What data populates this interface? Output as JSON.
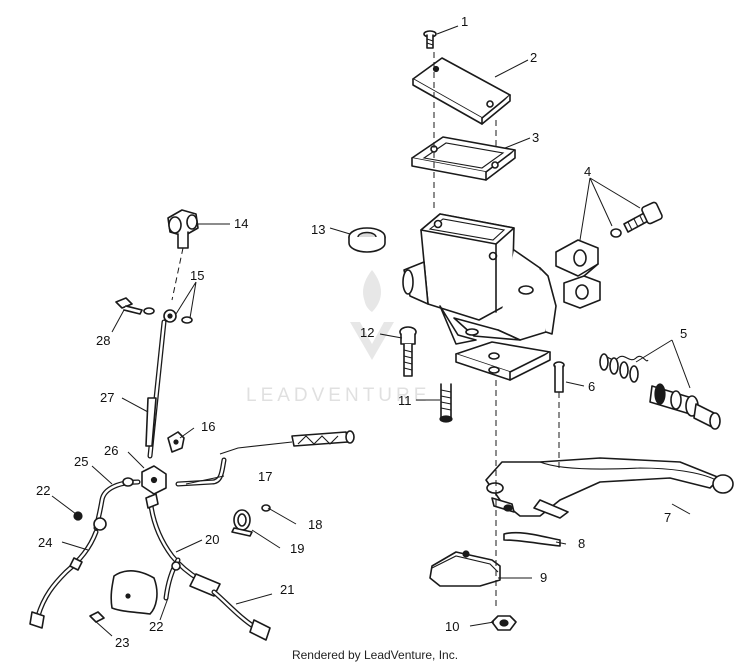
{
  "callouts": {
    "n1": "1",
    "n2": "2",
    "n3": "3",
    "n4": "4",
    "n5": "5",
    "n6": "6",
    "n7": "7",
    "n8": "8",
    "n9": "9",
    "n10": "10",
    "n11": "11",
    "n12": "12",
    "n13": "13",
    "n14": "14",
    "n15": "15",
    "n16": "16",
    "n17": "17",
    "n18": "18",
    "n19": "19",
    "n20": "20",
    "n21": "21",
    "n22a": "22",
    "n22b": "22",
    "n23": "23",
    "n24": "24",
    "n25": "25",
    "n26": "26",
    "n27": "27",
    "n28": "28"
  },
  "watermark": {
    "text": "LEADVENTURE"
  },
  "footer": {
    "text": "Rendered by LeadVenture, Inc."
  }
}
